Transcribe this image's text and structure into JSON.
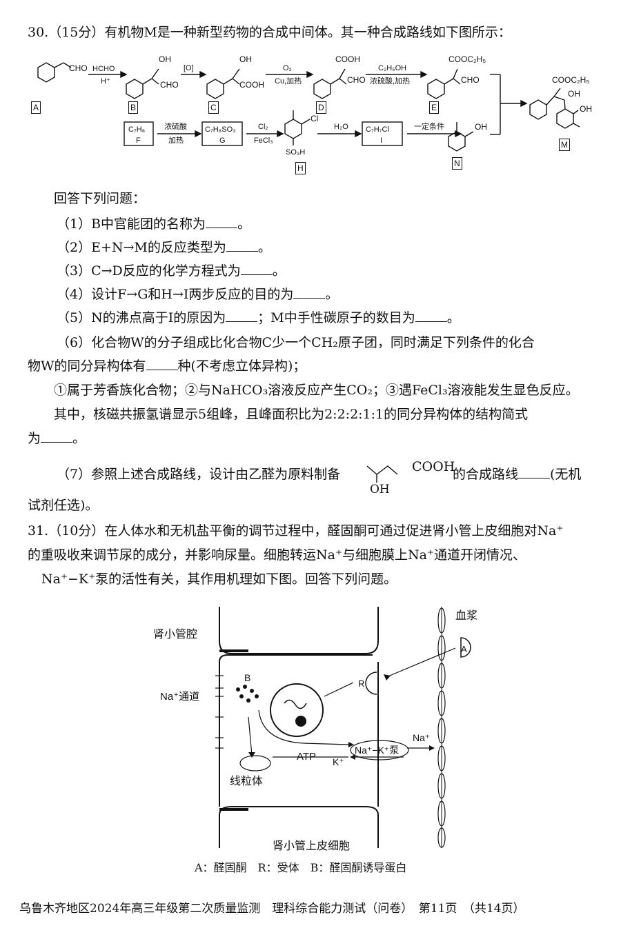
{
  "q30": {
    "header": "30.（15分）有机物M是一种新型药物的合成中间体。其一种合成路线如下图所示：",
    "scheme": {
      "labels": {
        "A": "A",
        "B": "B",
        "C": "C",
        "D": "D",
        "E": "E",
        "F": "F",
        "G": "G",
        "H": "H",
        "I": "I",
        "M": "M",
        "N": "N"
      },
      "conditions": {
        "a_b_top": "HCHO",
        "a_b_bot": "H⁺",
        "b_c_top": "[O]",
        "c_d_top": "O₂",
        "c_d_bot": "Cu,加热",
        "d_e_top": "C₂H₅OH",
        "d_e_bot": "浓硫酸,加热",
        "f_g_top": "浓硫酸",
        "f_g_bot": "加热",
        "g_h_top": "Cl₂",
        "g_h_bot": "FeCl₃",
        "h_i_top": "H₂O",
        "i_n_top": "一定条件"
      },
      "groups": {
        "a": "CHO",
        "b_oh": "OH",
        "b_cho": "CHO",
        "c_oh": "OH",
        "c_cooh": "COOH",
        "d_cooh": "COOH",
        "d_cho": "CHO",
        "e_ester": "COOC₂H₅",
        "e_cho": "CHO",
        "m_ester": "COOC₂H₅",
        "m_oh1": "OH",
        "m_oh2": "OH",
        "h_cl": "Cl",
        "h_so3h": "SO₃H",
        "n_oh": "OH"
      },
      "formulas": {
        "f": "C₇H₈",
        "g": "C₇H₈SO₃",
        "i": "C₇H₇Cl"
      }
    },
    "intro": "回答下列问题：",
    "q1a": "（1）B中官能团的名称为",
    "q1b": "。",
    "q2a": "（2）E+N→M的反应类型为",
    "q2b": "。",
    "q3a": "（3）C→D反应的化学方程式为",
    "q3b": "。",
    "q4a": "（4）设计F→G和H→I两步反应的目的为",
    "q4b": "。",
    "q5a": "（5）N的沸点高于I的原因为",
    "q5b": "；M中手性碳原子的数目为",
    "q5c": "。",
    "q6a": "（6）化合物W的分子组成比化合物C少一个CH₂原子团，同时满足下列条件的化合",
    "q6b": "物W的同分异构体有",
    "q6c": "种(不考虑立体异构)；",
    "q6d": "①属于芳香族化合物；②与NaHCO₃溶液反应产生CO₂；③遇FeCl₃溶液能发生显色反应。",
    "q6e": "其中，核磁共振氢谱显示5组峰，且峰面积比为2:2:2:1:1的同分异构体的结构简式",
    "q6f": "为",
    "q6g": "。",
    "q7a": "（7）参照上述合成路线，设计由乙醛为原料制备",
    "q7cooh": "COOH",
    "q7oh": "OH",
    "q7b": "的合成路线",
    "q7c": "(无机",
    "q7d": "试剂任选)。"
  },
  "q31": {
    "l1": "31.（10分）在人体水和无机盐平衡的调节过程中，醛固酮可通过促进肾小管上皮细胞对Na⁺",
    "l2": "的重吸收来调节尿的成分，并影响尿量。细胞转运Na⁺与细胞膜上Na⁺通道开闭情况、",
    "l3": "Na⁺−K⁺泵的活性有关，其作用机理如下图。回答下列问题。",
    "diagram": {
      "lumen": "肾小管腔",
      "plasma": "血浆",
      "A": "A",
      "R": "R",
      "B": "B",
      "channel": "Na⁺通道",
      "atp": "ATP",
      "pump": "Na⁺−K⁺泵",
      "na": "Na⁺",
      "k": "K⁺",
      "mito": "线粒体",
      "cell": "肾小管上皮细胞",
      "legend": "A：醛固酮　R：受体　B：醛固酮诱导蛋白"
    }
  },
  "footer": "乌鲁木齐地区2024年高三年级第二次质量监测　理科综合能力测试（问卷）　第11页　（共14页）"
}
